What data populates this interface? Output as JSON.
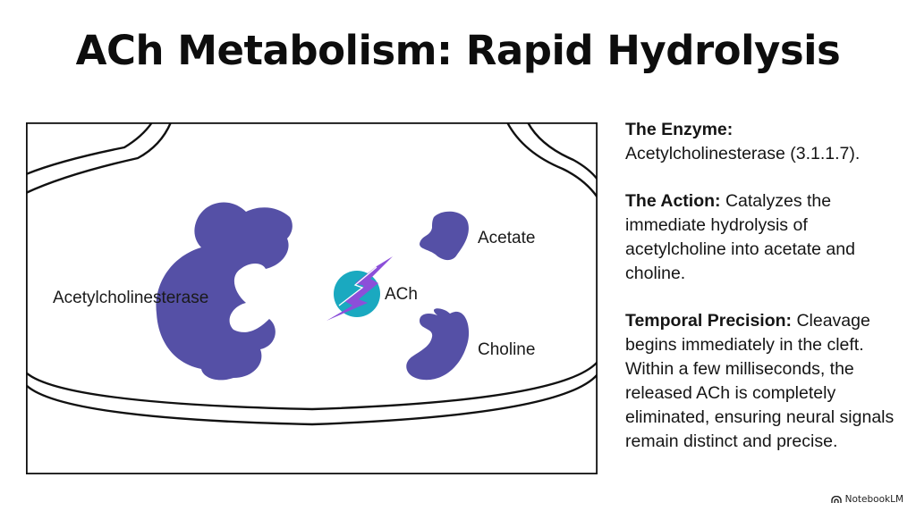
{
  "title": "ACh Metabolism: Rapid Hydrolysis",
  "diagram": {
    "labels": {
      "enzyme": "Acetylcholinesterase",
      "substrate": "ACh",
      "product_1": "Acetate",
      "product_2": "Choline"
    },
    "colors": {
      "enzyme": "#5550a6",
      "substrate": "#1aa9c0",
      "spark": "#8c4fd9",
      "outline": "#111111"
    }
  },
  "side_panel": {
    "enzyme": {
      "heading": "The Enzyme:",
      "text": "Acetylcholinesterase (3.1.1.7)."
    },
    "action": {
      "heading": "The Action:",
      "text": "Catalyzes the immediate hydrolysis of acetylcholine into acetate and choline."
    },
    "precision": {
      "heading": "Temporal Precision:",
      "text": "Cleavage begins immediately in the cleft. Within a few milliseconds, the released ACh is completely eliminated, ensuring neural signals remain distinct and precise."
    }
  },
  "brand": {
    "label": "NotebookLM",
    "icon": "notebooklm-logo-icon"
  }
}
